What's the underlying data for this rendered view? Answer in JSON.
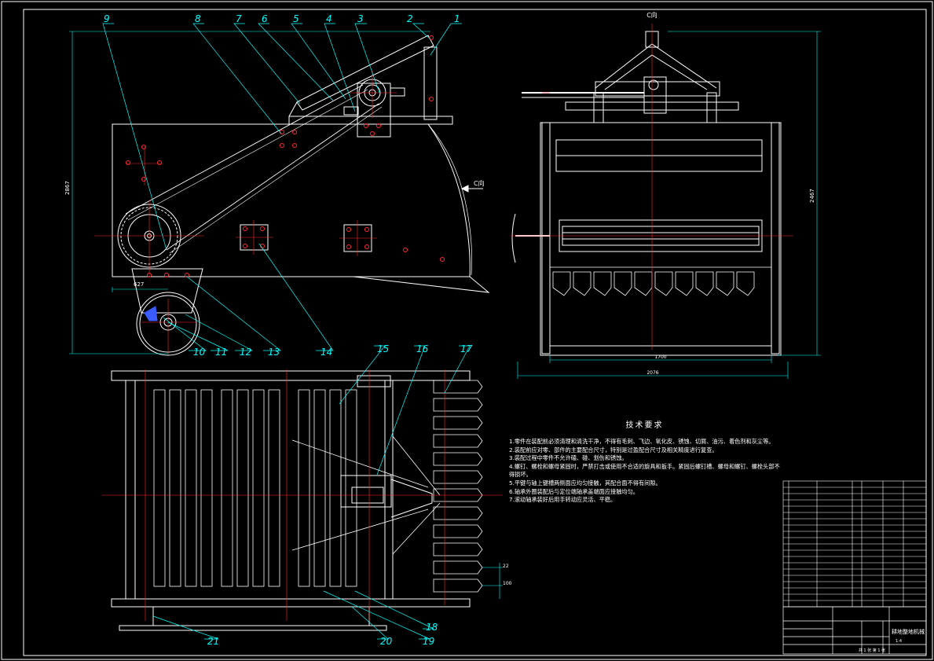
{
  "view_labels": {
    "c_view_top": "C向",
    "c_view_arrow": "C向"
  },
  "part_numbers": [
    "1",
    "2",
    "3",
    "4",
    "5",
    "6",
    "7",
    "8",
    "9",
    "10",
    "11",
    "12",
    "13",
    "14",
    "15",
    "16",
    "17",
    "18",
    "19",
    "20",
    "21"
  ],
  "dimensions": {
    "side_height": "2867",
    "end_height": "2467",
    "wheel_offset": "627",
    "end_inner_width": "1700",
    "end_outer_width": "2076",
    "tine_a": "22",
    "tine_b": "100"
  },
  "tech_requirements": {
    "title": "技术要求",
    "items": [
      "1.零件在装配前必须清理和清洗干净，不得有毛刺、飞边、氧化皮、锈蚀、切屑、油污、着色剂和灰尘等。",
      "2.装配前应对零、部件的主要配合尺寸，特别是过盈配合尺寸及相关精度进行复查。",
      "3.装配过程中零件不允许磕、碰、划伤和锈蚀。",
      "4.螺钉、螺栓和螺母紧固时，严禁打击或使用不合适的旋具和扳手。紧固后螺钉槽、螺母和螺钉、螺栓头部不得损坏。",
      "5.平键与轴上键槽两侧面应均匀接触，其配合面不得有间隙。",
      "6.轴承外圈装配后与定位端轴承盖端面应接触均匀。",
      "7.滚动轴承装好后用手转动应灵活、平稳。"
    ]
  },
  "title_block": {
    "drawing_title": "耕地整地机械",
    "sheet_label": "共 1 张 第 1 张",
    "scale": "1:4"
  },
  "colors": {
    "background": "#000000",
    "outline": "#ffffff",
    "leader": "#00ffff",
    "centerline": "#ff2a2a",
    "hatch": "#3a5bff"
  }
}
